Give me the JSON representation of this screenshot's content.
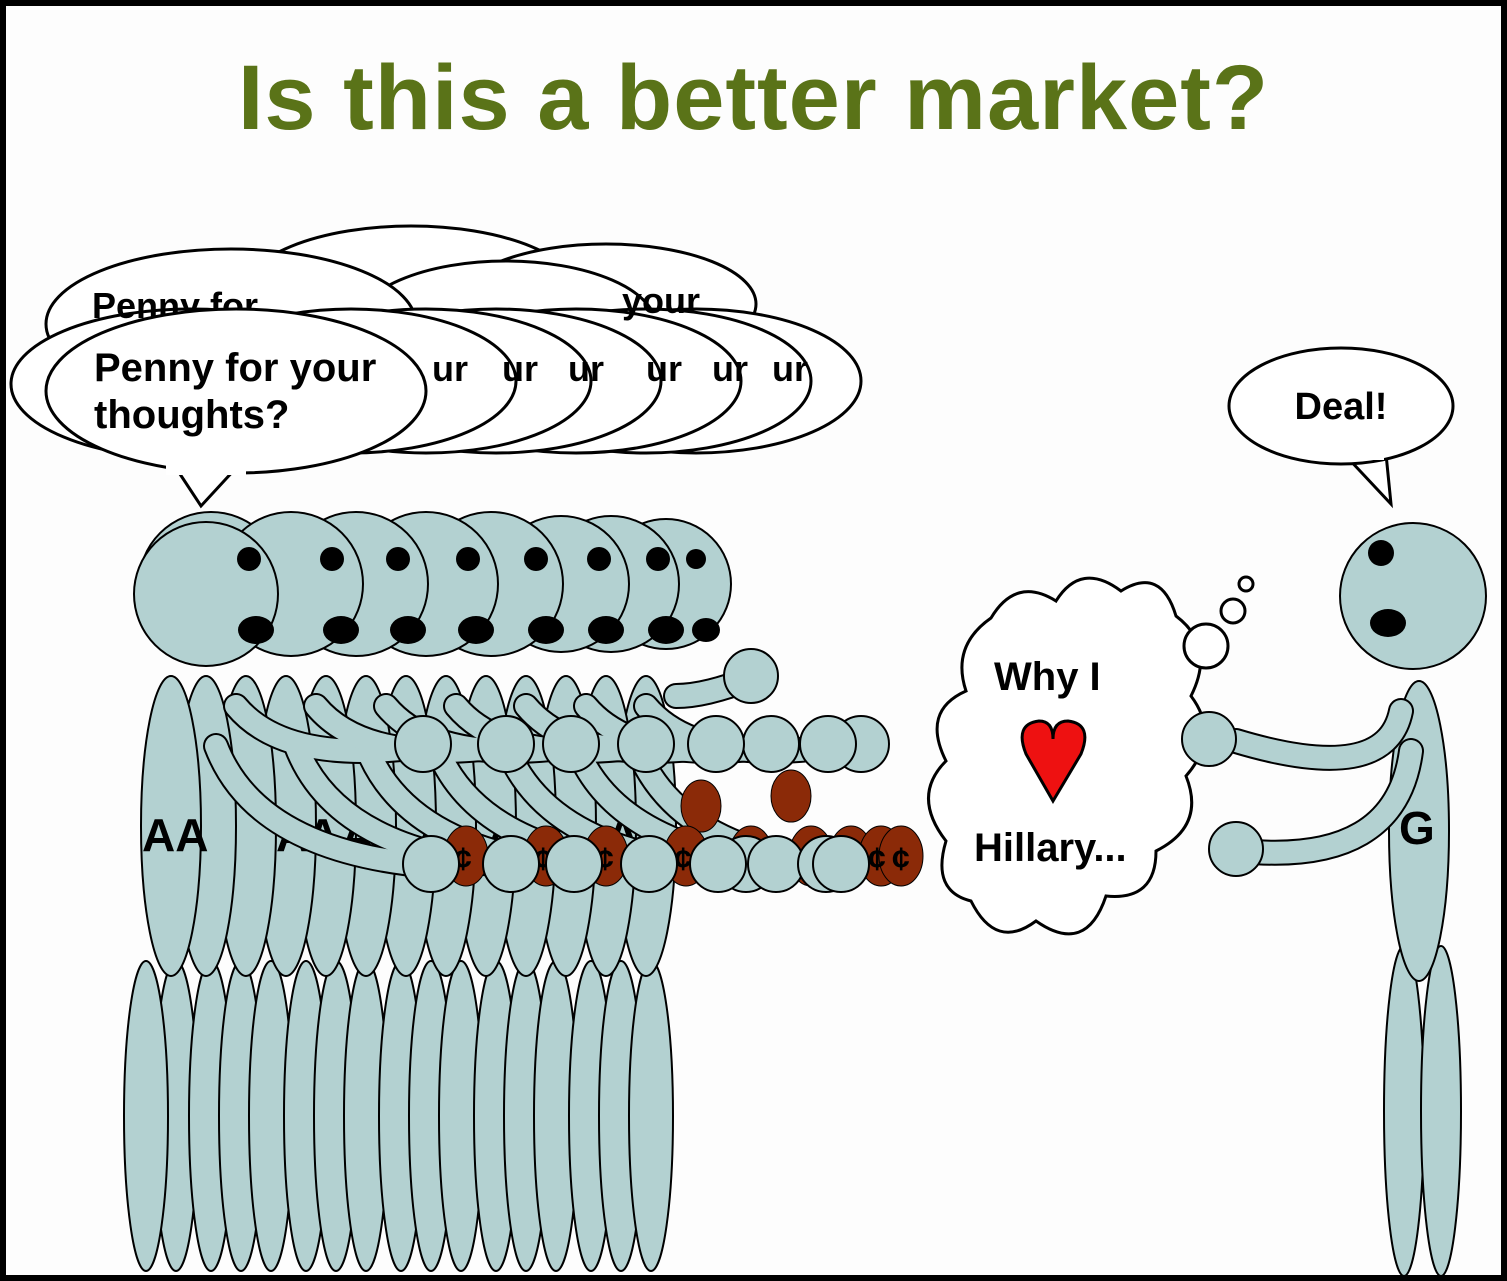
{
  "title": "Is this a better market?",
  "colors": {
    "title": "#5a7318",
    "figure": "#b3d1d1",
    "coin": "#8b2a08",
    "heart": "#ee1111",
    "outline": "#000000"
  },
  "buyers": {
    "label_front": "AA",
    "label_back": "A",
    "count": 9,
    "speech_line_1": "Penny for your",
    "speech_line_2": "thoughts?",
    "back_bubble_line_1": "Penny for",
    "back_bubble_word": "your",
    "bubble_fragment": "ur",
    "coin_symbol": "¢"
  },
  "seller": {
    "label": "G",
    "speech": "Deal!",
    "thought_line_1": "Why I",
    "thought_icon": "heart-icon",
    "thought_line_2": "Hillary..."
  }
}
